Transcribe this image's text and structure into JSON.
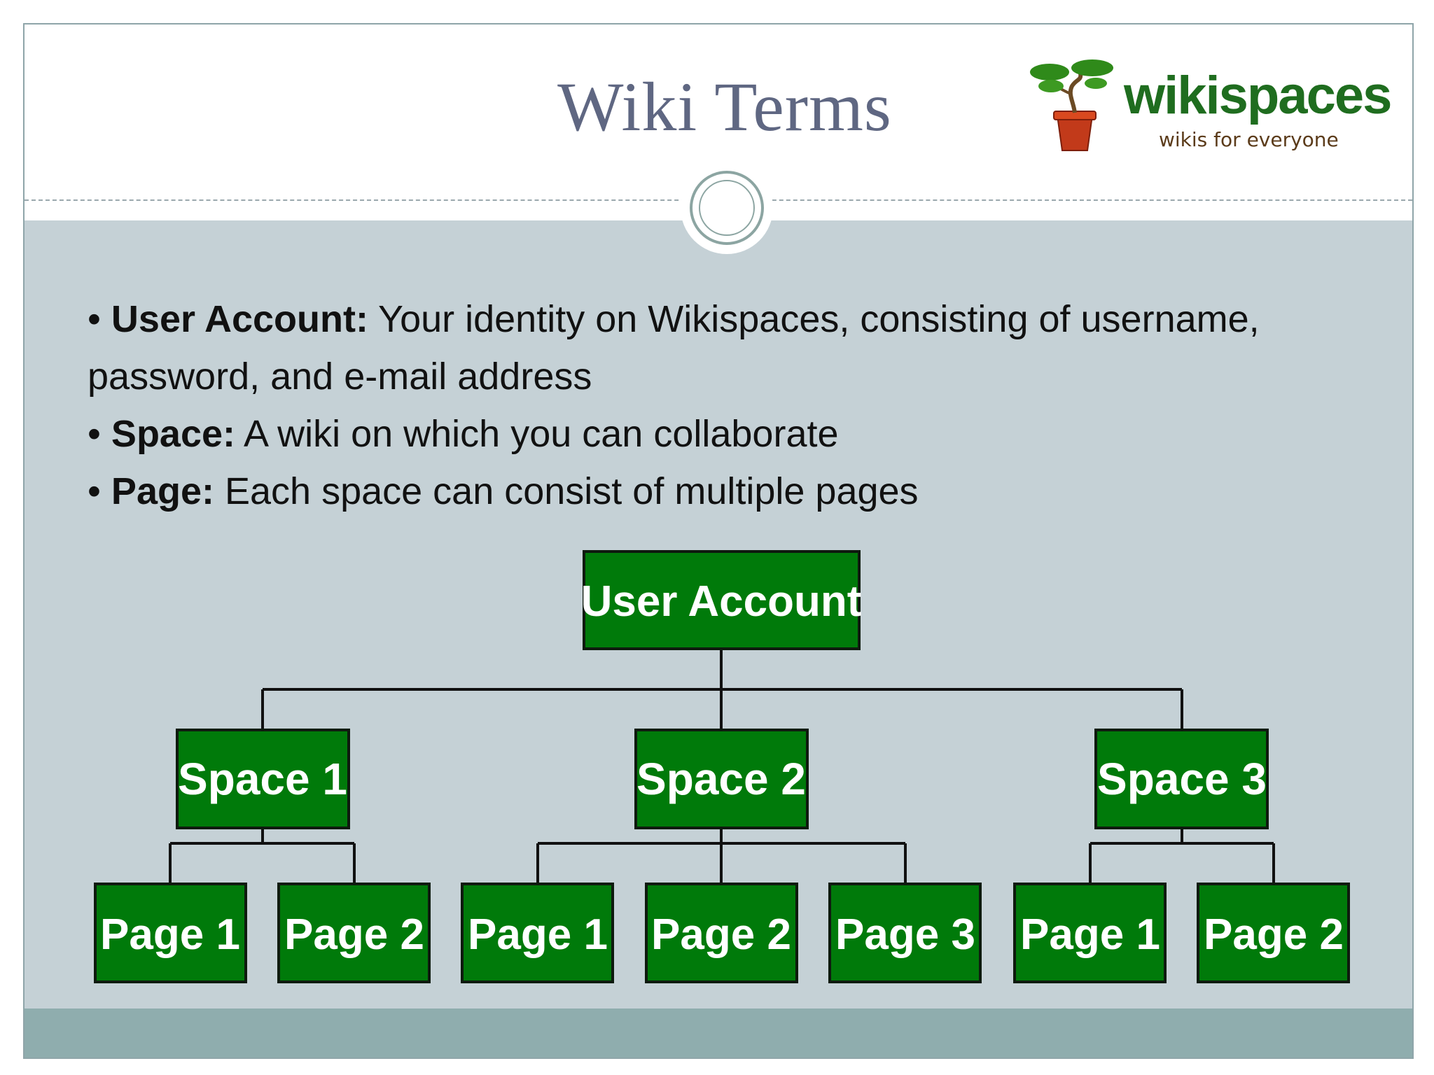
{
  "title": "Wiki Terms",
  "logo": {
    "wordmark": "wikispaces",
    "tagline": "wikis for everyone"
  },
  "bullets": [
    {
      "term": "User Account:",
      "text": " Your identity on Wikispaces, consisting of username, password, and e-mail address"
    },
    {
      "term": "Space:",
      "text": " A wiki on which you can collaborate"
    },
    {
      "term": "Page:",
      "text": " Each space can consist of multiple pages"
    }
  ],
  "tree": {
    "root": "User Account",
    "spaces": [
      {
        "label": "Space 1",
        "pages": [
          "Page 1",
          "Page 2"
        ]
      },
      {
        "label": "Space 2",
        "pages": [
          "Page 1",
          "Page 2",
          "Page 3"
        ]
      },
      {
        "label": "Space 3",
        "pages": [
          "Page 1",
          "Page 2"
        ]
      }
    ]
  },
  "colors": {
    "box_fill": "#007a0a",
    "slide_bg": "#c5d1d6",
    "title": "#5f6782"
  }
}
